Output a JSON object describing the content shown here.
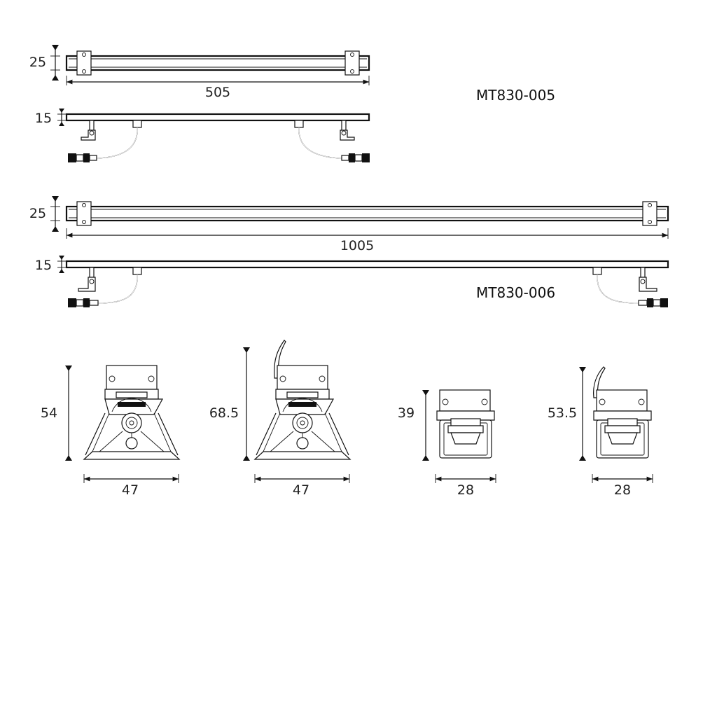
{
  "models": {
    "short": "MT830-005",
    "long": "MT830-006"
  },
  "dimensions": {
    "short_height_front": "25",
    "short_length": "505",
    "short_height_side": "15",
    "long_height_front": "25",
    "long_length": "1005",
    "long_height_side": "15",
    "bracket1_height": "54",
    "bracket1_width": "47",
    "bracket2_height": "68.5",
    "bracket2_width": "47",
    "bracket3_height": "39",
    "bracket3_width": "28",
    "bracket4_height": "53.5",
    "bracket4_width": "28"
  }
}
